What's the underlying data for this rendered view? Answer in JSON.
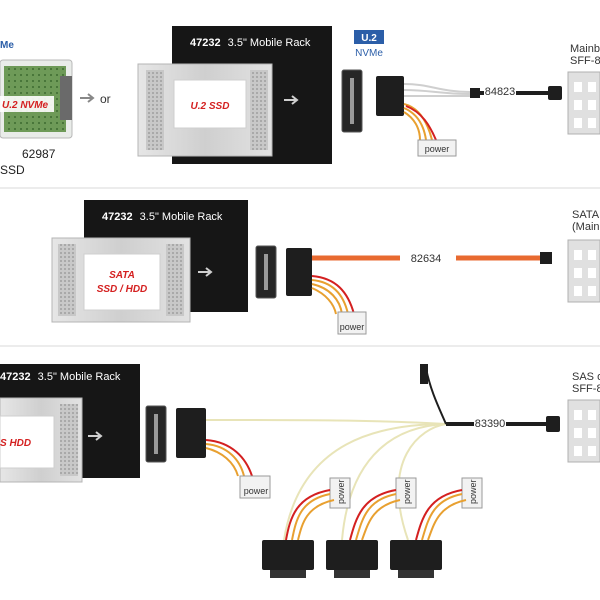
{
  "row1": {
    "nvme_tag": "Me",
    "adapter_ssd_label": "U.2 NVMe",
    "adapter_caption_line1": "62987",
    "adapter_caption_line2": "SSD",
    "or_label": "or",
    "rack_model": "47232",
    "rack_title": "3.5\" Mobile Rack",
    "ssd_label": "U.2 SSD",
    "badge_line1": "U.2",
    "badge_line2": "NVMe",
    "cable_id": "84823",
    "power_label": "power",
    "host_line1": "Mainbo",
    "host_line2": "SFF-8"
  },
  "row2": {
    "rack_model": "47232",
    "rack_title": "3.5\" Mobile Rack",
    "drive_line1": "SATA",
    "drive_line2": "SSD / HDD",
    "cable_id": "82634",
    "power_label": "power",
    "host_line1": "SATA",
    "host_line2": "(Mainb"
  },
  "row3": {
    "rack_model": "47232",
    "rack_title": "3.5\" Mobile Rack",
    "drive_label": "S HDD",
    "cable_id": "83390",
    "power_labels": [
      "power",
      "power",
      "power",
      "power"
    ],
    "host_line1": "SAS o",
    "host_line2": "SFF-8"
  },
  "colors": {
    "rack": "#161616",
    "drive_red": "#d42020",
    "cable_orange": "#e86a30",
    "cable_yellow": "#e8e4b8",
    "badge_blue": "#2b5ea8",
    "adapter_green": "#5d8c4a"
  }
}
